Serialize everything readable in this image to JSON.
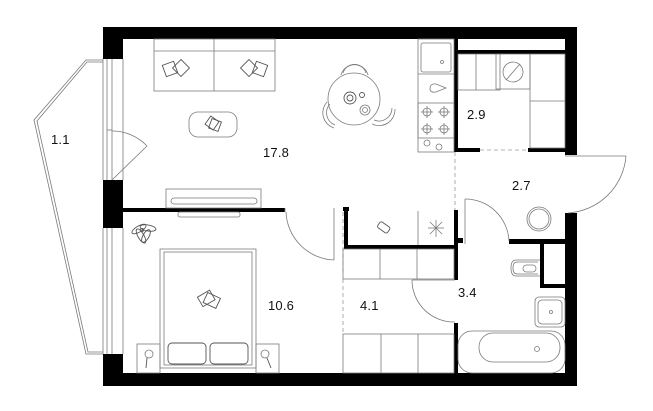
{
  "plan": {
    "type": "apartment floor plan",
    "rooms": [
      {
        "id": "balcony",
        "area": "1.1"
      },
      {
        "id": "living-kitchen",
        "area": "17.8"
      },
      {
        "id": "storage",
        "area": "2.9"
      },
      {
        "id": "hall",
        "area": "2.7"
      },
      {
        "id": "bedroom",
        "area": "10.6"
      },
      {
        "id": "wardrobe",
        "area": "4.1"
      },
      {
        "id": "bathroom",
        "area": "3.4"
      }
    ],
    "colors": {
      "wall": "#000000",
      "fixture_line": "#7a7a7a",
      "background": "#ffffff"
    }
  }
}
